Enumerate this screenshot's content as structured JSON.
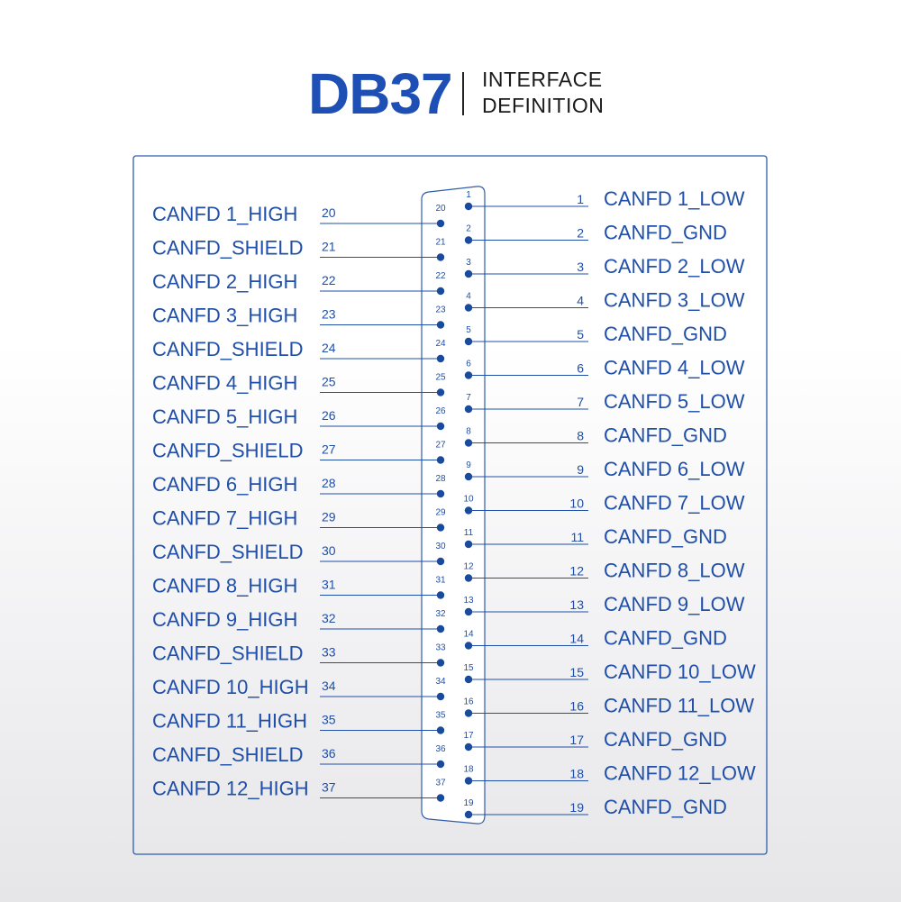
{
  "title": {
    "main": "DB37",
    "sub_line1": "INTERFACE",
    "sub_line2": "DEFINITION"
  },
  "colors": {
    "accent": "#1d4fb5",
    "line": "#1f4fa8",
    "frame": "#2f5dab"
  },
  "left_pins": [
    {
      "pin": "20",
      "label": "CANFD 1_HIGH"
    },
    {
      "pin": "21",
      "label": "CANFD_SHIELD"
    },
    {
      "pin": "22",
      "label": "CANFD 2_HIGH"
    },
    {
      "pin": "23",
      "label": "CANFD 3_HIGH"
    },
    {
      "pin": "24",
      "label": "CANFD_SHIELD"
    },
    {
      "pin": "25",
      "label": "CANFD 4_HIGH"
    },
    {
      "pin": "26",
      "label": "CANFD 5_HIGH"
    },
    {
      "pin": "27",
      "label": "CANFD_SHIELD"
    },
    {
      "pin": "28",
      "label": "CANFD 6_HIGH"
    },
    {
      "pin": "29",
      "label": "CANFD 7_HIGH"
    },
    {
      "pin": "30",
      "label": "CANFD_SHIELD"
    },
    {
      "pin": "31",
      "label": "CANFD 8_HIGH"
    },
    {
      "pin": "32",
      "label": "CANFD 9_HIGH"
    },
    {
      "pin": "33",
      "label": "CANFD_SHIELD"
    },
    {
      "pin": "34",
      "label": "CANFD 10_HIGH"
    },
    {
      "pin": "35",
      "label": "CANFD 11_HIGH"
    },
    {
      "pin": "36",
      "label": "CANFD_SHIELD"
    },
    {
      "pin": "37",
      "label": "CANFD 12_HIGH"
    }
  ],
  "right_pins": [
    {
      "pin": "1",
      "label": "CANFD 1_LOW"
    },
    {
      "pin": "2",
      "label": "CANFD_GND"
    },
    {
      "pin": "3",
      "label": "CANFD 2_LOW"
    },
    {
      "pin": "4",
      "label": "CANFD 3_LOW"
    },
    {
      "pin": "5",
      "label": "CANFD_GND"
    },
    {
      "pin": "6",
      "label": "CANFD 4_LOW"
    },
    {
      "pin": "7",
      "label": "CANFD 5_LOW"
    },
    {
      "pin": "8",
      "label": "CANFD_GND"
    },
    {
      "pin": "9",
      "label": "CANFD 6_LOW"
    },
    {
      "pin": "10",
      "label": "CANFD 7_LOW"
    },
    {
      "pin": "11",
      "label": "CANFD_GND"
    },
    {
      "pin": "12",
      "label": "CANFD 8_LOW"
    },
    {
      "pin": "13",
      "label": "CANFD 9_LOW"
    },
    {
      "pin": "14",
      "label": "CANFD_GND"
    },
    {
      "pin": "15",
      "label": "CANFD 10_LOW"
    },
    {
      "pin": "16",
      "label": "CANFD 11_LOW"
    },
    {
      "pin": "17",
      "label": "CANFD_GND"
    },
    {
      "pin": "18",
      "label": "CANFD 12_LOW"
    },
    {
      "pin": "19",
      "label": "CANFD_GND"
    }
  ]
}
